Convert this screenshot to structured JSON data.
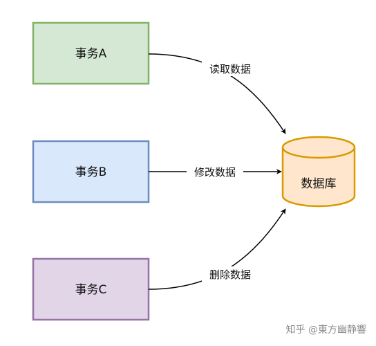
{
  "nodes": {
    "transaction_a": {
      "label": "事务A",
      "fill": "#d5e8d4",
      "stroke": "#82b366"
    },
    "transaction_b": {
      "label": "事务B",
      "fill": "#dae8fc",
      "stroke": "#6c8ebf"
    },
    "transaction_c": {
      "label": "事务C",
      "fill": "#e1d5e7",
      "stroke": "#9673a6"
    },
    "database": {
      "label": "数据库",
      "fill": "#ffe6cc",
      "stroke": "#d79b00"
    }
  },
  "edges": {
    "a_to_db": {
      "label": "读取数据"
    },
    "b_to_db": {
      "label": "修改数据"
    },
    "c_to_db": {
      "label": "删除数据"
    }
  },
  "watermark": "知乎 @東方幽静響"
}
